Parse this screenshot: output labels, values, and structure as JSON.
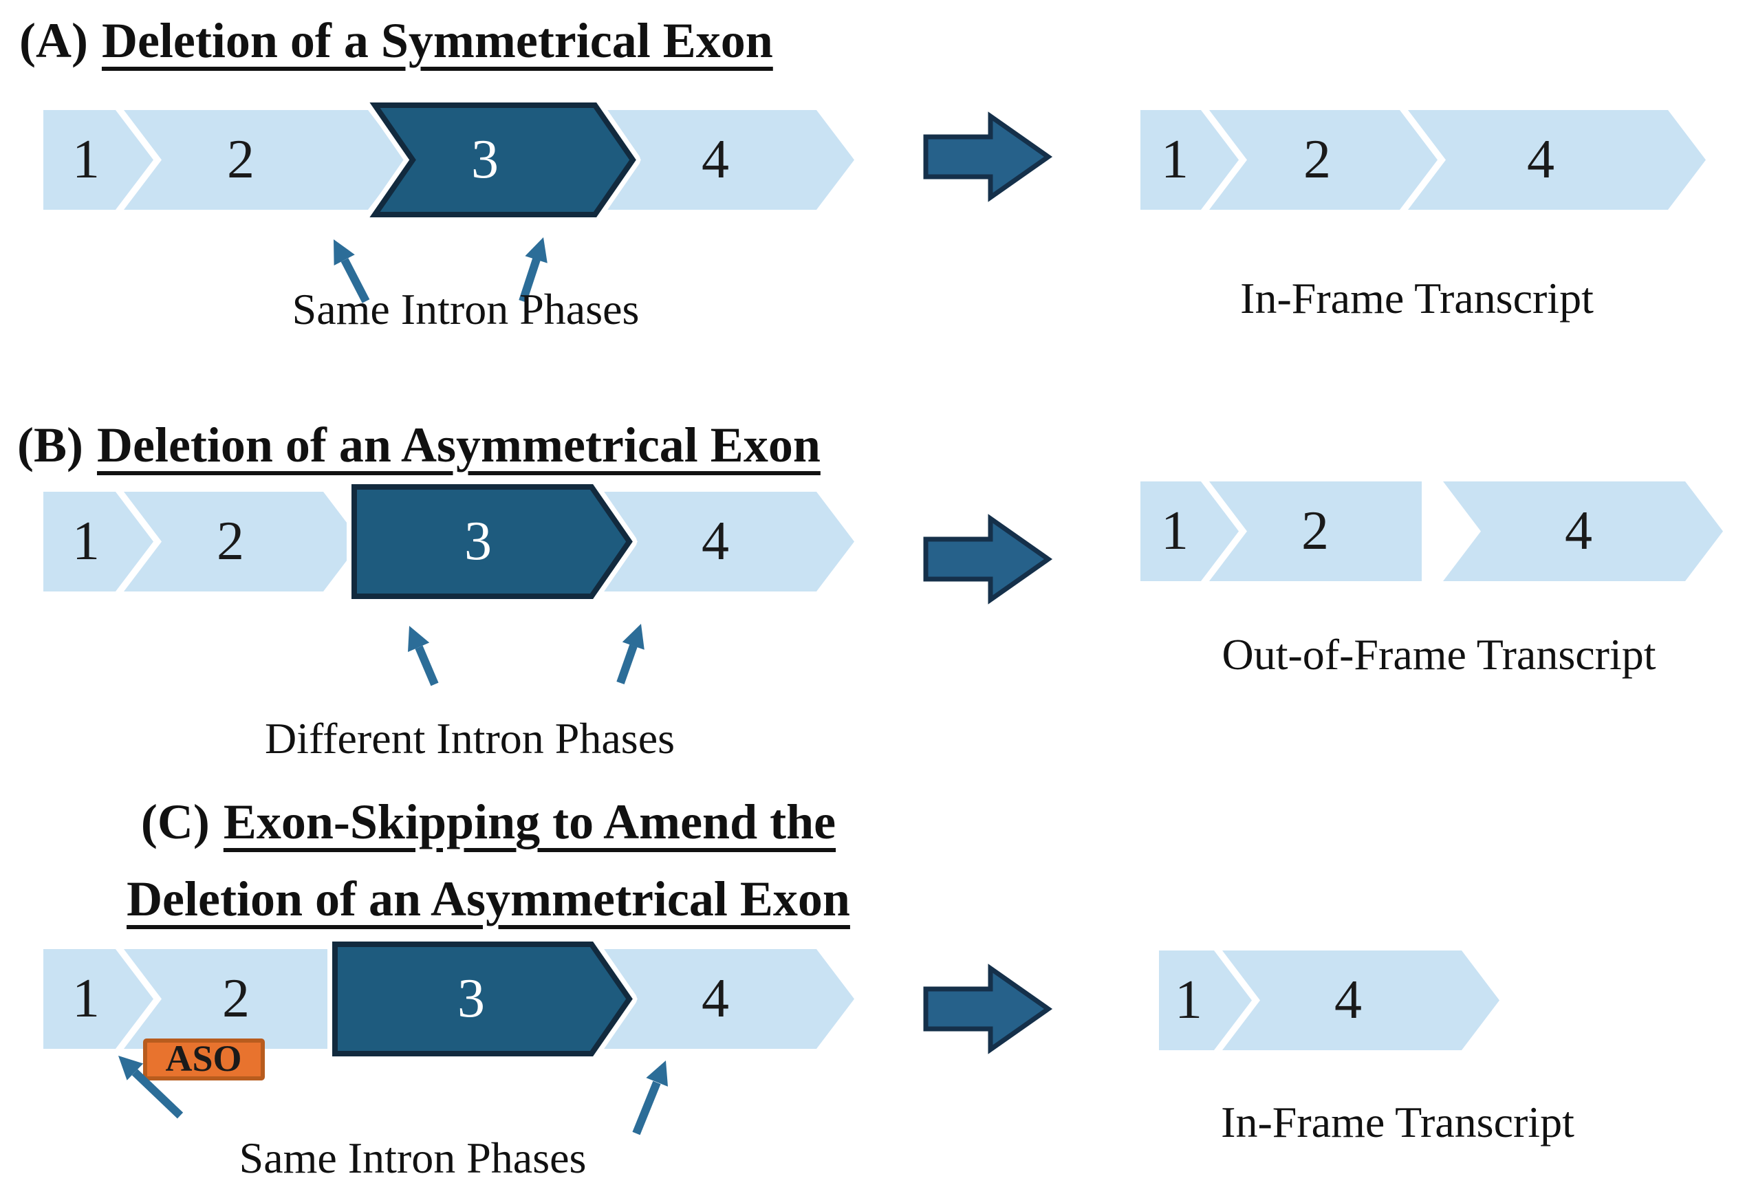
{
  "figure_type": "exon-skipping-diagram",
  "colors": {
    "exon_light": "#c9e2f3",
    "exon_dark": "#1e5b7e",
    "exon_dark_border": "#122a3e",
    "block_arrow": "#26618a",
    "block_arrow_border": "#15304a",
    "pointer": "#2c6d98",
    "aso_fill": "#e8732e",
    "aso_border": "#b85c1e",
    "halo": "#ffffff",
    "ink": "#1a1a1a",
    "exon3_label": "#ffffff"
  },
  "panels": [
    {
      "tag": "(A)",
      "title": "Deletion of a Symmetrical Exon",
      "gene_exons": [
        "1",
        "2",
        "3",
        "4"
      ],
      "annotation": "Same Intron Phases",
      "result_exons": [
        "1",
        "2",
        "4"
      ],
      "result_label": "In-Frame Transcript"
    },
    {
      "tag": "(B)",
      "title": "Deletion of an Asymmetrical Exon",
      "gene_exons": [
        "1",
        "2",
        "3",
        "4"
      ],
      "annotation": "Different Intron Phases",
      "result_exons": [
        "1",
        "2",
        "4"
      ],
      "result_label": "Out-of-Frame Transcript"
    },
    {
      "tag": "(C)",
      "title_line1": "Exon-Skipping to Amend the",
      "title_line2": "Deletion of an Asymmetrical Exon",
      "gene_exons": [
        "1",
        "2",
        "3",
        "4"
      ],
      "aso_label": "ASO",
      "annotation": "Same Intron Phases",
      "result_exons": [
        "1",
        "4"
      ],
      "result_label": "In-Frame Transcript"
    }
  ]
}
